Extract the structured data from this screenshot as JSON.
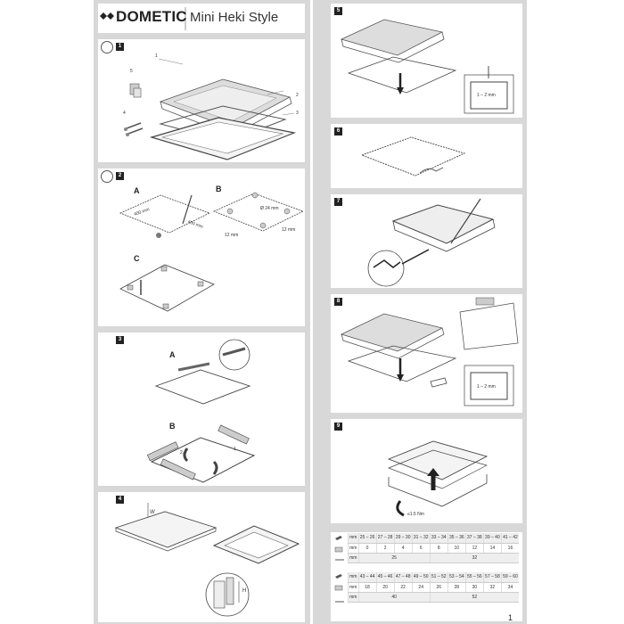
{
  "header": {
    "brand": "DOMETIC",
    "title": "Mini Heki Style"
  },
  "steps": {
    "s1": {
      "num": "1",
      "labels": [
        "1",
        "2",
        "3",
        "4",
        "5"
      ]
    },
    "s2": {
      "num": "2",
      "sub": [
        "A",
        "B",
        "C"
      ],
      "dims": [
        "Ø 24 mm",
        "400 mm",
        "400 mm",
        "12 mm",
        "12 mm"
      ]
    },
    "s3": {
      "num": "3",
      "sub": [
        "A",
        "B"
      ],
      "arrows": [
        "2.",
        "1."
      ]
    },
    "s4": {
      "num": "4",
      "marks": [
        "W",
        "H"
      ]
    },
    "s5": {
      "num": "5",
      "gap": "1 – 2 mm"
    },
    "s6": {
      "num": "6"
    },
    "s7": {
      "num": "7"
    },
    "s8": {
      "num": "8",
      "gap": "1 – 2 mm"
    },
    "s9": {
      "num": "9",
      "torque": "≤1.5 Nm"
    }
  },
  "spec_table": {
    "unit": "mm",
    "block1": {
      "range": [
        "25 – 26",
        "27 – 28",
        "29 – 30",
        "31 – 32",
        "33 – 34",
        "35 – 36",
        "37 – 38",
        "39 – 40",
        "41 – 42"
      ],
      "size": [
        "0",
        "2",
        "4",
        "6",
        "8",
        "10",
        "12",
        "14",
        "16"
      ],
      "screw": [
        "25",
        "32"
      ]
    },
    "block2": {
      "range": [
        "43 – 44",
        "45 – 46",
        "47 – 48",
        "49 – 50",
        "51 – 52",
        "53 – 54",
        "55 – 56",
        "57 – 58",
        "59 – 60"
      ],
      "size": [
        "18",
        "20",
        "22",
        "24",
        "26",
        "28",
        "30",
        "32",
        "34"
      ],
      "screw": [
        "40",
        "52"
      ]
    }
  },
  "page_number": "1"
}
